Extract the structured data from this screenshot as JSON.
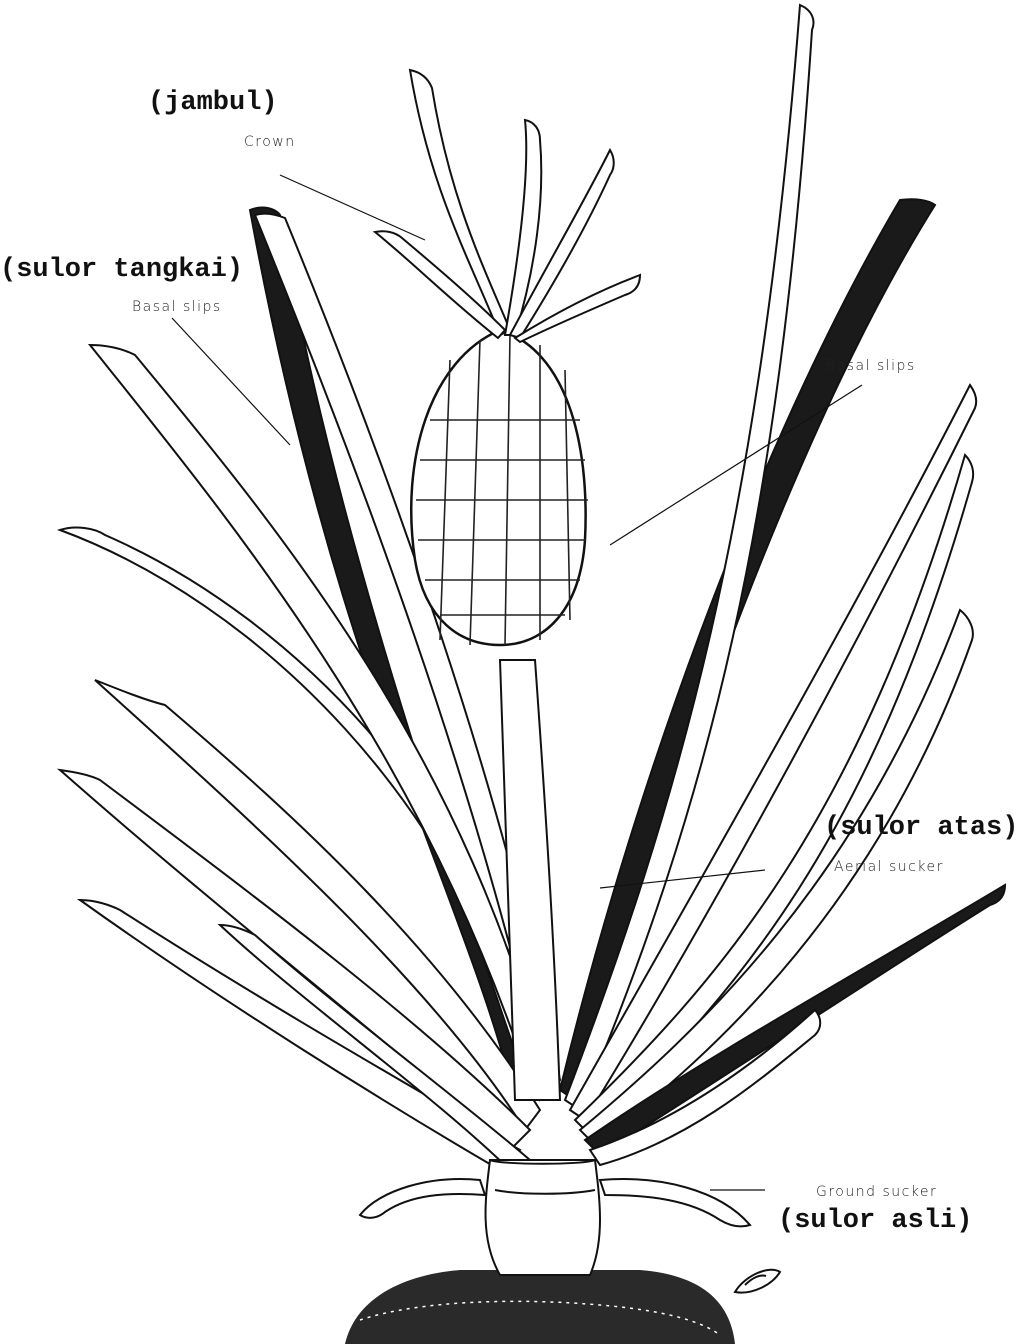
{
  "labels": {
    "crown_local": "(jambul)",
    "crown_en": "Crown",
    "basal_local": "(sulor tangkai)",
    "basal_en_left": "Basal slips",
    "basal_en_right": "Basal slips",
    "aerial_local": "(sulor atas)",
    "aerial_en": "Aerial sucker",
    "ground_en": "Ground sucker",
    "ground_local": "(sulor asli)"
  },
  "colors": {
    "ink": "#111111",
    "paper": "#ffffff"
  }
}
